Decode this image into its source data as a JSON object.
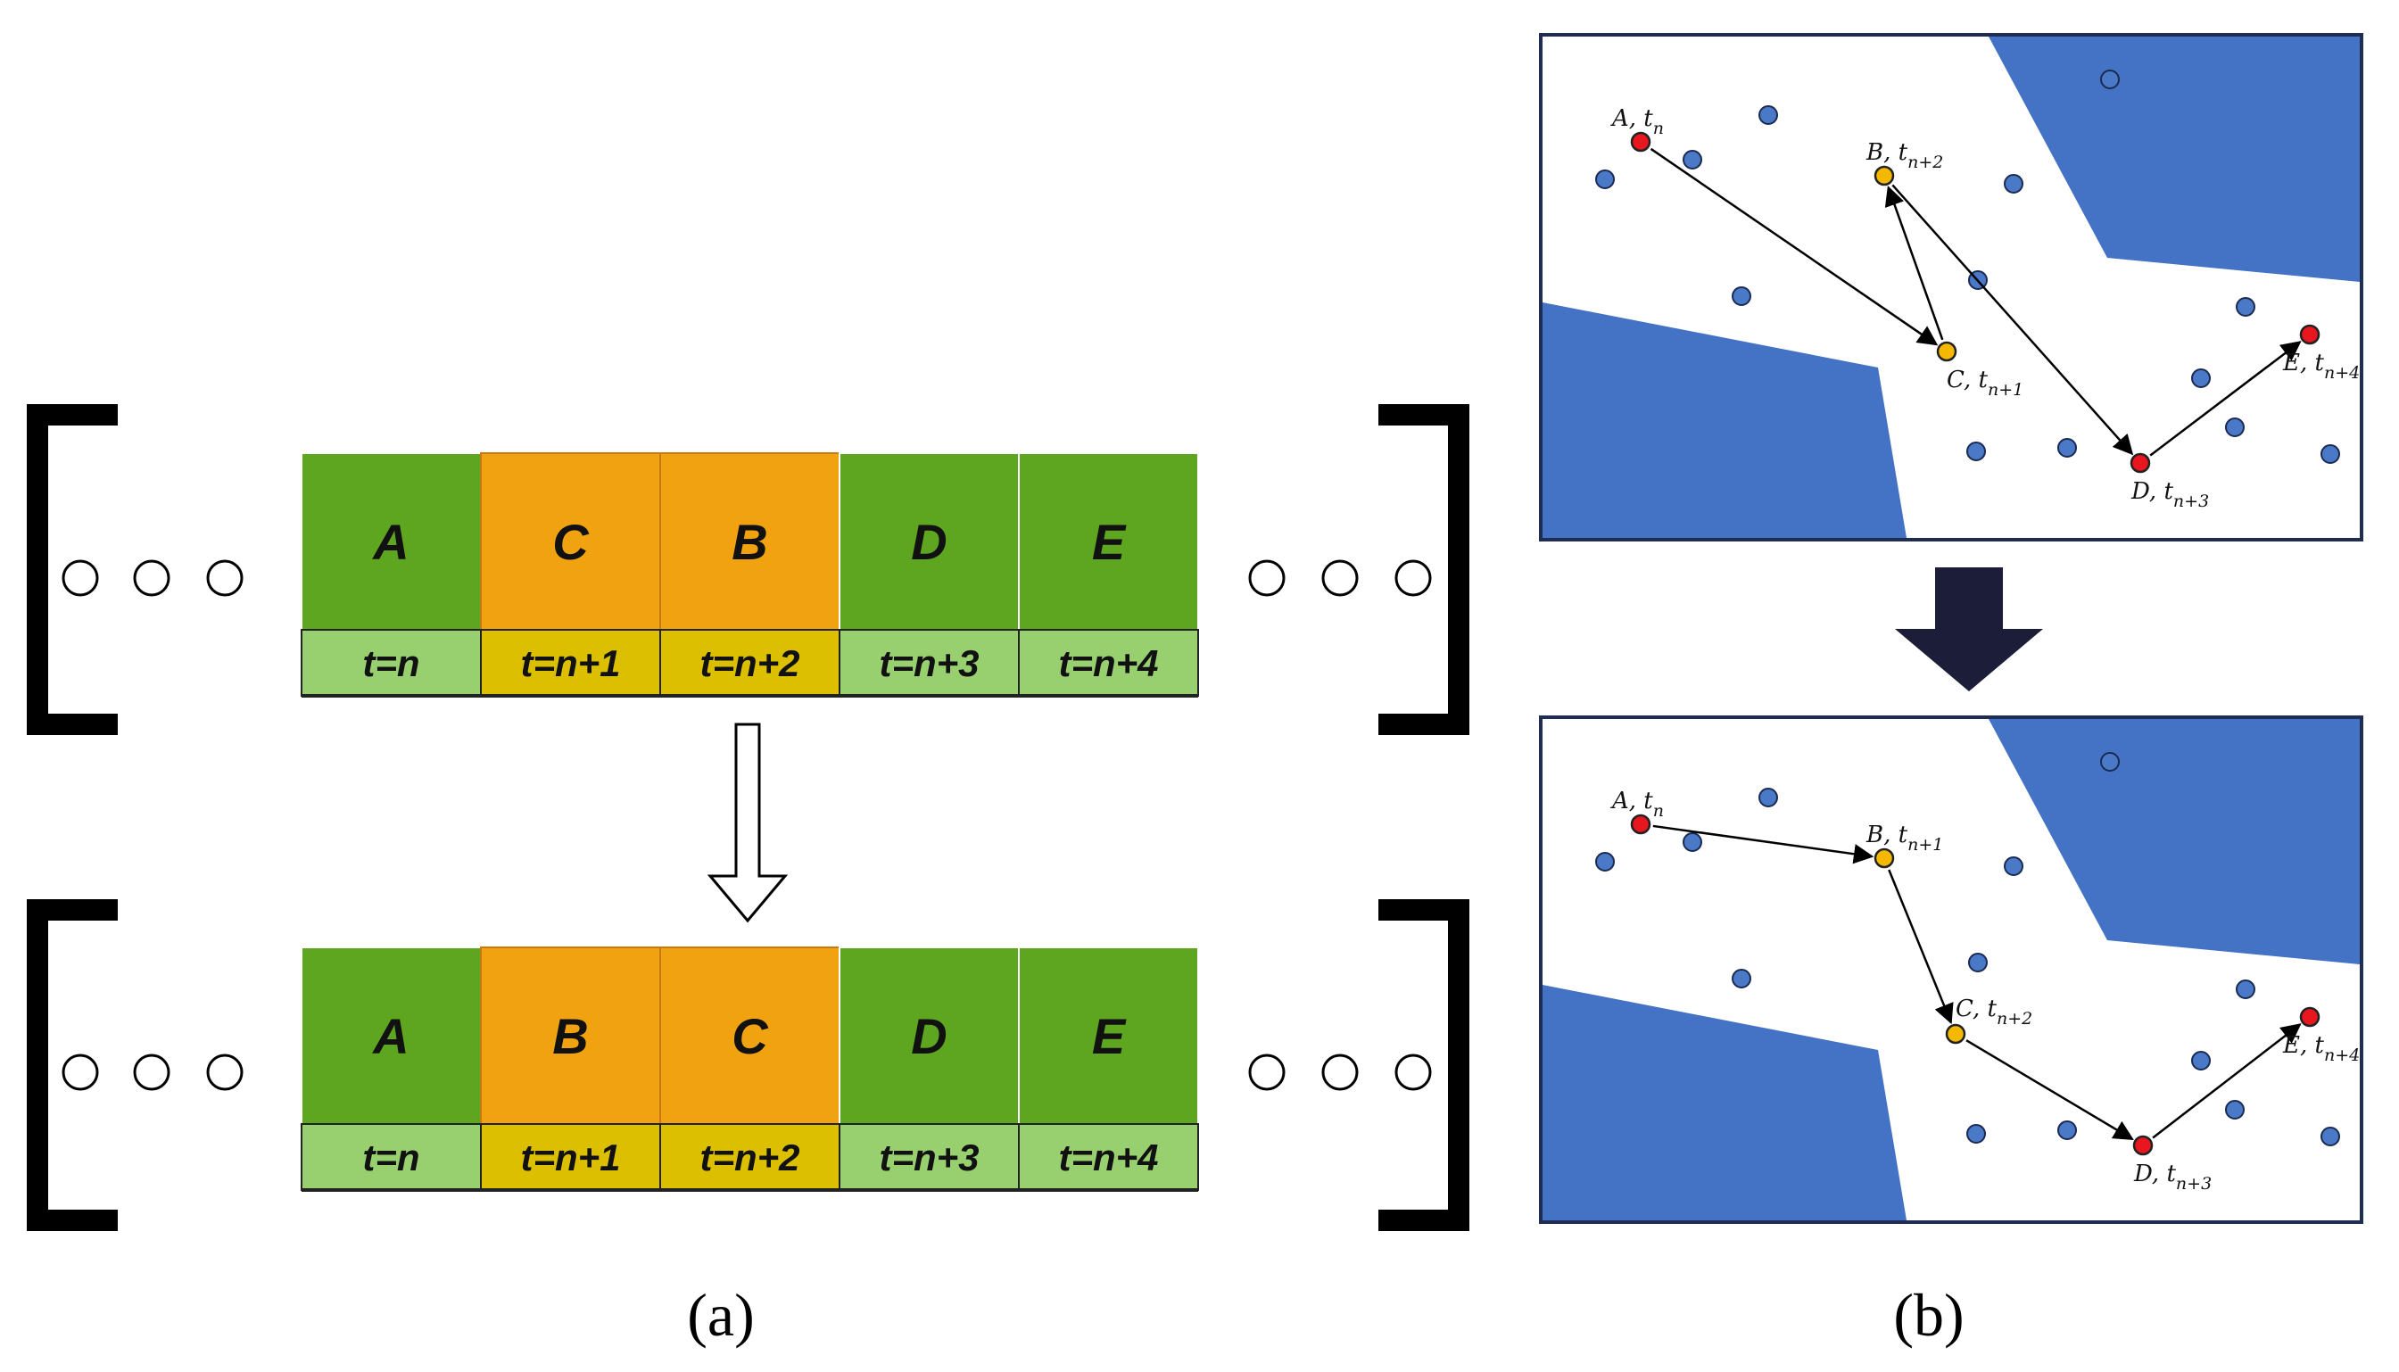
{
  "colors": {
    "green_cell": "#5ea620",
    "orange_cell": "#f0a211",
    "light_green_time": "#98d070",
    "yellow_time": "#dcc000",
    "map_blue": "#4472c4",
    "point_blue": "#4a79c8",
    "point_red": "#e8161e",
    "point_yellow": "#f5b800",
    "border_dark": "#1f2d55",
    "bracket": "#000000"
  },
  "panel_a": {
    "caption": "(a)",
    "ellipsis_left": "○○○",
    "ellipsis_right": "○○○",
    "transform_arrow": "hollow-down-arrow",
    "top_sequence": {
      "cells": [
        {
          "label": "A",
          "kind": "green"
        },
        {
          "label": "C",
          "kind": "orange"
        },
        {
          "label": "B",
          "kind": "orange"
        },
        {
          "label": "D",
          "kind": "green"
        },
        {
          "label": "E",
          "kind": "green"
        }
      ],
      "times": [
        {
          "label": "t=n",
          "kind": "green"
        },
        {
          "label": "t=n+1",
          "kind": "yellow"
        },
        {
          "label": "t=n+2",
          "kind": "yellow"
        },
        {
          "label": "t=n+3",
          "kind": "green"
        },
        {
          "label": "t=n+4",
          "kind": "green"
        }
      ]
    },
    "bottom_sequence": {
      "cells": [
        {
          "label": "A",
          "kind": "green"
        },
        {
          "label": "B",
          "kind": "orange"
        },
        {
          "label": "C",
          "kind": "orange"
        },
        {
          "label": "D",
          "kind": "green"
        },
        {
          "label": "E",
          "kind": "green"
        }
      ],
      "times": [
        {
          "label": "t=n",
          "kind": "green"
        },
        {
          "label": "t=n+1",
          "kind": "yellow"
        },
        {
          "label": "t=n+2",
          "kind": "yellow"
        },
        {
          "label": "t=n+3",
          "kind": "green"
        },
        {
          "label": "t=n+4",
          "kind": "green"
        }
      ]
    }
  },
  "panel_b": {
    "caption": "(b)",
    "transform_arrow": "solid-down-arrow",
    "top_map": {
      "labels": [
        {
          "id": "A",
          "name": "A, t",
          "sub": "n",
          "color": "red"
        },
        {
          "id": "B",
          "name": "B, t",
          "sub": "n+2",
          "color": "yellow"
        },
        {
          "id": "C",
          "name": "C, t",
          "sub": "n+1",
          "color": "yellow"
        },
        {
          "id": "D",
          "name": "D, t",
          "sub": "n+3",
          "color": "red"
        },
        {
          "id": "E",
          "name": "E, t",
          "sub": "n+4",
          "color": "red"
        }
      ],
      "path": [
        "A",
        "C",
        "B",
        "D",
        "E"
      ]
    },
    "bottom_map": {
      "labels": [
        {
          "id": "A",
          "name": "A, t",
          "sub": "n",
          "color": "red"
        },
        {
          "id": "B",
          "name": "B, t",
          "sub": "n+1",
          "color": "yellow"
        },
        {
          "id": "C",
          "name": "C, t",
          "sub": "n+2",
          "color": "yellow"
        },
        {
          "id": "D",
          "name": "D, t",
          "sub": "n+3",
          "color": "red"
        },
        {
          "id": "E",
          "name": "E, t",
          "sub": "n+4",
          "color": "red"
        }
      ],
      "path": [
        "A",
        "B",
        "C",
        "D",
        "E"
      ]
    }
  }
}
